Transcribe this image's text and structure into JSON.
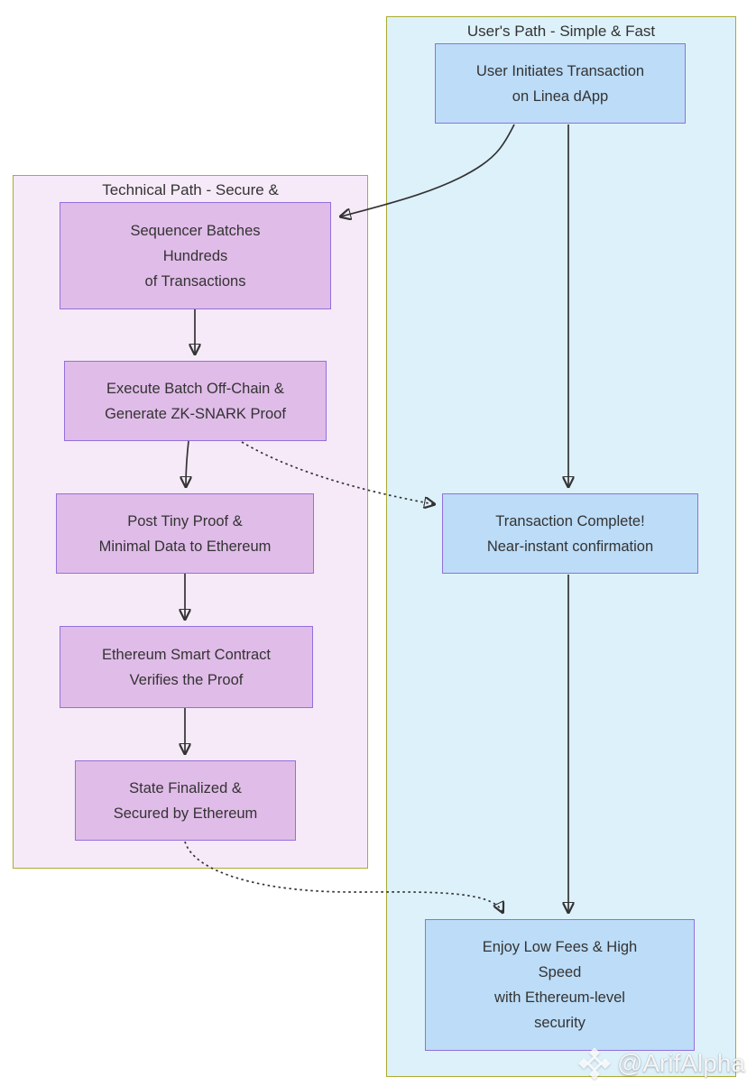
{
  "diagram": {
    "user_path": {
      "title": "User's Path - Simple & Fast",
      "nodes": {
        "user_initiates": {
          "line1": "User Initiates Transaction",
          "line2": "on Linea dApp"
        },
        "transaction_complete": {
          "line1": "Transaction Complete!",
          "line2": "Near-instant confirmation"
        },
        "enjoy": {
          "line1": "Enjoy Low Fees & High",
          "line2": "Speed",
          "line3": "with Ethereum-level",
          "line4": "security"
        }
      }
    },
    "technical_path": {
      "title": "Technical Path - Secure &",
      "nodes": {
        "sequencer": {
          "line1": "Sequencer Batches",
          "line2": "Hundreds",
          "line3": "of Transactions"
        },
        "execute": {
          "line1": "Execute Batch Off-Chain &",
          "line2": "Generate ZK-SNARK Proof"
        },
        "post": {
          "line1": "Post Tiny Proof &",
          "line2": "Minimal Data to Ethereum"
        },
        "verify": {
          "line1": "Ethereum Smart Contract",
          "line2": "Verifies the Proof"
        },
        "finalized": {
          "line1": "State Finalized &",
          "line2": "Secured by Ethereum"
        }
      }
    }
  },
  "watermark": {
    "text": "@ArifAlpha",
    "logo": "binance-diamond-icon"
  },
  "colors": {
    "container_border": "#abab2e",
    "user_container_fill": "#ddf1fb",
    "technical_container_fill": "#f6eaf9",
    "user_node_fill": "#bcdcf7",
    "technical_node_fill": "#e0bce8",
    "node_border": "#9370db",
    "edge_stroke": "#333333",
    "text": "#333333"
  }
}
